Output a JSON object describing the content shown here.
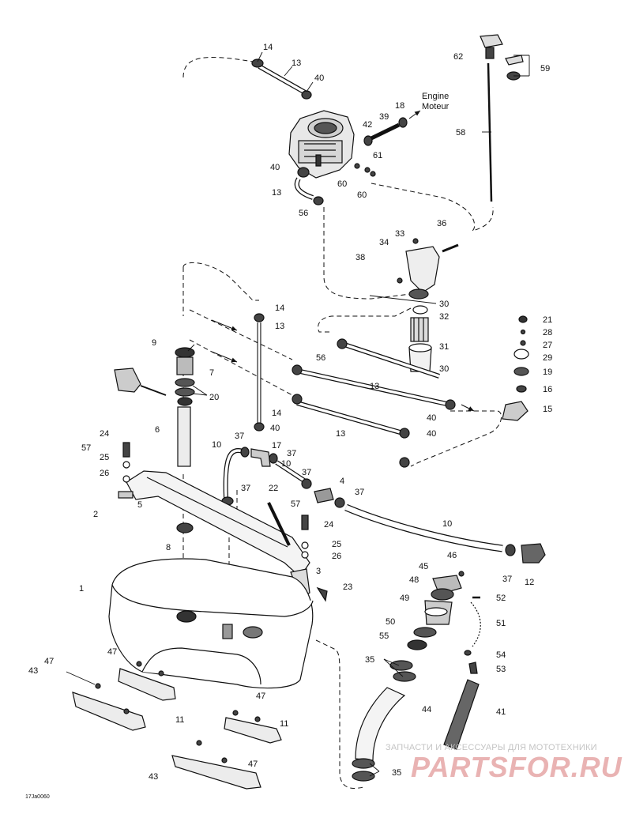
{
  "diagram": {
    "engine_label": [
      "Engine",
      "Moteur"
    ],
    "figure_code": "17Ja0060",
    "colors": {
      "line": "#111111",
      "watermark_text": "#c4c4c4",
      "watermark_logo": "#e9b3b3"
    }
  },
  "callouts": [
    {
      "id": "c-14a",
      "text": "14"
    },
    {
      "id": "c-13a",
      "text": "13"
    },
    {
      "id": "c-40a",
      "text": "40"
    },
    {
      "id": "c-18",
      "text": "18"
    },
    {
      "id": "c-39",
      "text": "39"
    },
    {
      "id": "c-42",
      "text": "42"
    },
    {
      "id": "c-61",
      "text": "61"
    },
    {
      "id": "c-40b",
      "text": "40"
    },
    {
      "id": "c-60a",
      "text": "60"
    },
    {
      "id": "c-60b",
      "text": "60"
    },
    {
      "id": "c-13b",
      "text": "13"
    },
    {
      "id": "c-56a",
      "text": "56"
    },
    {
      "id": "c-62",
      "text": "62"
    },
    {
      "id": "c-59",
      "text": "59"
    },
    {
      "id": "c-58",
      "text": "58"
    },
    {
      "id": "c-36",
      "text": "36"
    },
    {
      "id": "c-33",
      "text": "33"
    },
    {
      "id": "c-34",
      "text": "34"
    },
    {
      "id": "c-38",
      "text": "38"
    },
    {
      "id": "c-30a",
      "text": "30"
    },
    {
      "id": "c-32",
      "text": "32"
    },
    {
      "id": "c-31",
      "text": "31"
    },
    {
      "id": "c-30b",
      "text": "30"
    },
    {
      "id": "c-14b",
      "text": "14"
    },
    {
      "id": "c-13c",
      "text": "13"
    },
    {
      "id": "c-9",
      "text": "9"
    },
    {
      "id": "c-7",
      "text": "7"
    },
    {
      "id": "c-20",
      "text": "20"
    },
    {
      "id": "c-56b",
      "text": "56"
    },
    {
      "id": "c-21",
      "text": "21"
    },
    {
      "id": "c-28",
      "text": "28"
    },
    {
      "id": "c-27",
      "text": "27"
    },
    {
      "id": "c-29",
      "text": "29"
    },
    {
      "id": "c-19",
      "text": "19"
    },
    {
      "id": "c-16",
      "text": "16"
    },
    {
      "id": "c-15",
      "text": "15"
    },
    {
      "id": "c-13d",
      "text": "13"
    },
    {
      "id": "c-14c",
      "text": "14"
    },
    {
      "id": "c-40c",
      "text": "40"
    },
    {
      "id": "c-13e",
      "text": "13"
    },
    {
      "id": "c-40d",
      "text": "40"
    },
    {
      "id": "c-40e",
      "text": "40"
    },
    {
      "id": "c-6",
      "text": "6"
    },
    {
      "id": "c-37a",
      "text": "37"
    },
    {
      "id": "c-17",
      "text": "17"
    },
    {
      "id": "c-37b",
      "text": "37"
    },
    {
      "id": "c-10a",
      "text": "10"
    },
    {
      "id": "c-10b",
      "text": "10"
    },
    {
      "id": "c-37c",
      "text": "37"
    },
    {
      "id": "c-4",
      "text": "4"
    },
    {
      "id": "c-37d",
      "text": "37"
    },
    {
      "id": "c-24a",
      "text": "24"
    },
    {
      "id": "c-57a",
      "text": "57"
    },
    {
      "id": "c-25a",
      "text": "25"
    },
    {
      "id": "c-26a",
      "text": "26"
    },
    {
      "id": "c-2",
      "text": "2"
    },
    {
      "id": "c-5",
      "text": "5"
    },
    {
      "id": "c-37e",
      "text": "37"
    },
    {
      "id": "c-22",
      "text": "22"
    },
    {
      "id": "c-57b",
      "text": "57"
    },
    {
      "id": "c-24b",
      "text": "24"
    },
    {
      "id": "c-10c",
      "text": "10"
    },
    {
      "id": "c-8",
      "text": "8"
    },
    {
      "id": "c-25b",
      "text": "25"
    },
    {
      "id": "c-26b",
      "text": "26"
    },
    {
      "id": "c-46",
      "text": "46"
    },
    {
      "id": "c-45",
      "text": "45"
    },
    {
      "id": "c-48",
      "text": "48"
    },
    {
      "id": "c-37f",
      "text": "37"
    },
    {
      "id": "c-12",
      "text": "12"
    },
    {
      "id": "c-3",
      "text": "3"
    },
    {
      "id": "c-23",
      "text": "23"
    },
    {
      "id": "c-1",
      "text": "1"
    },
    {
      "id": "c-49",
      "text": "49"
    },
    {
      "id": "c-52",
      "text": "52"
    },
    {
      "id": "c-50",
      "text": "50"
    },
    {
      "id": "c-51",
      "text": "51"
    },
    {
      "id": "c-55",
      "text": "55"
    },
    {
      "id": "c-54",
      "text": "54"
    },
    {
      "id": "c-35a",
      "text": "35"
    },
    {
      "id": "c-53",
      "text": "53"
    },
    {
      "id": "c-47a",
      "text": "47"
    },
    {
      "id": "c-43a",
      "text": "43"
    },
    {
      "id": "c-44",
      "text": "44"
    },
    {
      "id": "c-41",
      "text": "41"
    },
    {
      "id": "c-11a",
      "text": "11"
    },
    {
      "id": "c-47b",
      "text": "47"
    },
    {
      "id": "c-11b",
      "text": "11"
    },
    {
      "id": "c-47c",
      "text": "47"
    },
    {
      "id": "c-43b",
      "text": "43"
    },
    {
      "id": "c-35b",
      "text": "35"
    }
  ],
  "watermark": {
    "subtitle": "ЗАПЧАСТИ И АКСЕССУАРЫ ДЛЯ МОТОТЕХНИКИ",
    "logo": "PARTSFOR.RU"
  }
}
